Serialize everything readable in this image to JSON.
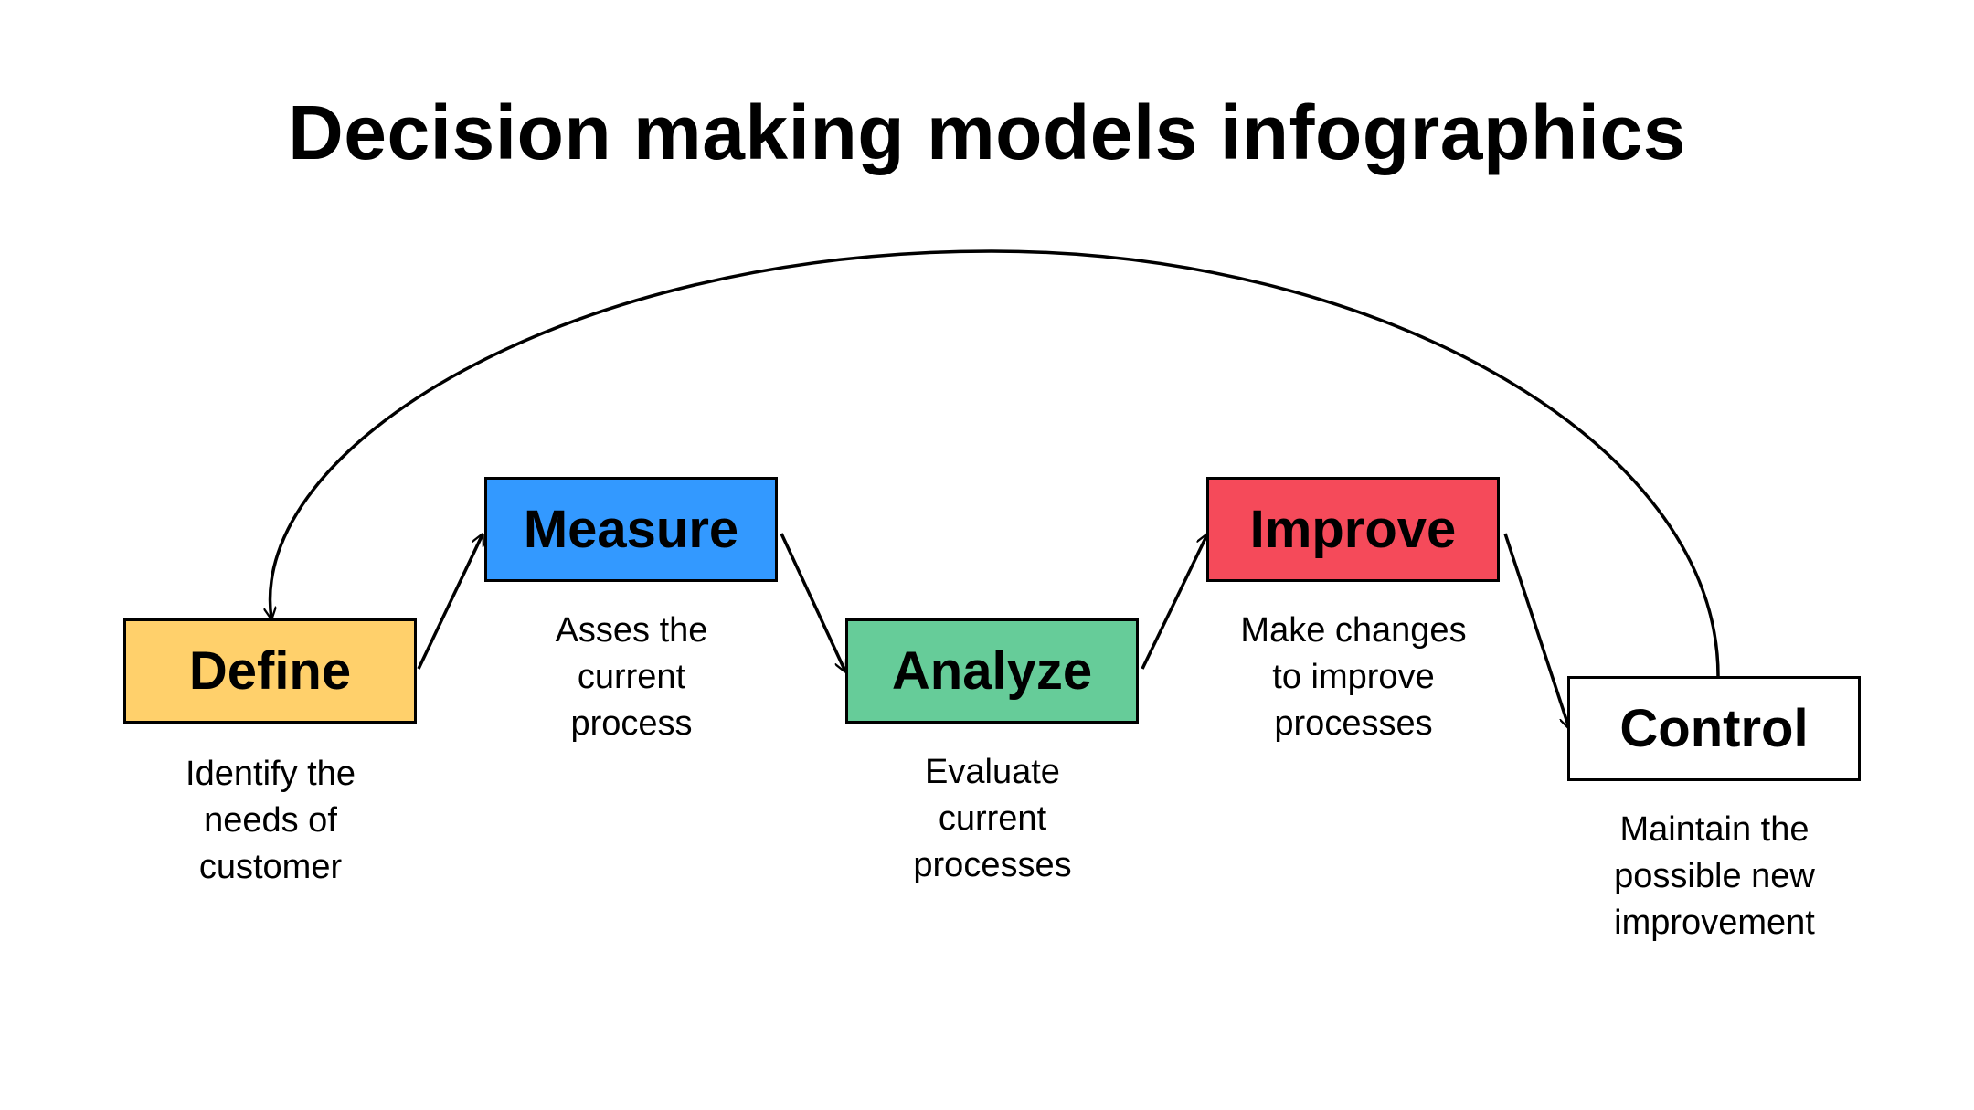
{
  "title": "Decision making models infographics",
  "steps": [
    {
      "label": "Define",
      "description": "Identify the\nneeds of\ncustomer",
      "color": "#FFD06B"
    },
    {
      "label": "Measure",
      "description": "Asses the\ncurrent\nprocess",
      "color": "#3399FF"
    },
    {
      "label": "Analyze",
      "description": "Evaluate\ncurrent\nprocesses",
      "color": "#66CC99"
    },
    {
      "label": "Improve",
      "description": "Make changes\nto improve\nprocesses",
      "color": "#F54A5A"
    },
    {
      "label": "Control",
      "description": "Maintain the\npossible new\nimprovement",
      "color": "#FFFFFF"
    }
  ]
}
